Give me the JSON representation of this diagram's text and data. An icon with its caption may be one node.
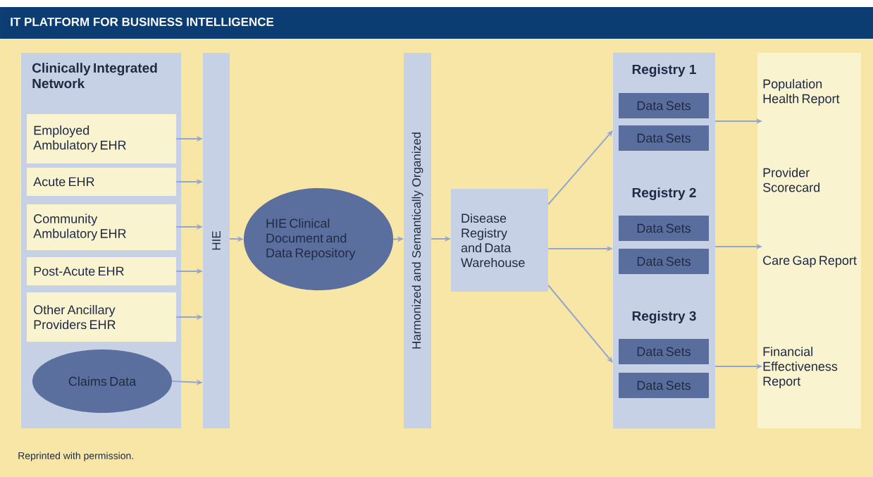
{
  "diagram": {
    "title": "IT PLATFORM FOR BUSINESS INTELLIGENCE",
    "caption": "Reprinted with permission.",
    "nodes": [
      {
        "text": [
          "Clinically Integrated Network"
        ]
      },
      {
        "text": [
          "Employed Ambulatory EHR"
        ],
        "in": 0
      },
      {
        "text": [
          "Acute EHR"
        ],
        "in": 0
      },
      {
        "text": [
          "Community Ambulatory EHR"
        ],
        "in": 0
      },
      {
        "text": [
          "Post-Acute EHR"
        ],
        "in": 0
      },
      {
        "text": [
          "Other Ancillary Providers EHR"
        ],
        "in": 0
      },
      {
        "text": [
          "Claims Data"
        ],
        "in": 0
      },
      {
        "text": [
          "HIE"
        ]
      },
      {
        "text": [
          "HIE Clinical Document and Data Repository"
        ]
      },
      {
        "text": [
          "Harmonized and Semantically Organized"
        ]
      },
      {
        "text": [
          "Disease Registry and Data Warehouse"
        ]
      },
      {
        "text": [
          "Registry 1"
        ]
      },
      {
        "text": [
          "Data Sets"
        ],
        "in": 11
      },
      {
        "text": [
          "Data Sets"
        ],
        "in": 11
      },
      {
        "text": [
          "Registry 2"
        ]
      },
      {
        "text": [
          "Data Sets"
        ],
        "in": 14
      },
      {
        "text": [
          "Data Sets"
        ],
        "in": 14
      },
      {
        "text": [
          "Registry 3"
        ]
      },
      {
        "text": [
          "Data Sets"
        ],
        "in": 17
      },
      {
        "text": [
          "Data Sets"
        ],
        "in": 17
      },
      {
        "text": [
          "Population Health Report"
        ]
      },
      {
        "text": [
          "Provider Scorecard"
        ]
      },
      {
        "text": [
          "Care Gap Report"
        ]
      },
      {
        "text": [
          "Financial Effectiveness Report"
        ]
      }
    ],
    "edges": [
      {
        "from": 1,
        "to": 7,
        "arrow": "to"
      },
      {
        "from": 2,
        "to": 7,
        "arrow": "to"
      },
      {
        "from": 3,
        "to": 7,
        "arrow": "to"
      },
      {
        "from": 4,
        "to": 7,
        "arrow": "to"
      },
      {
        "from": 5,
        "to": 7,
        "arrow": "to"
      },
      {
        "from": 6,
        "to": 7,
        "arrow": "to"
      },
      {
        "from": 7,
        "to": 8,
        "arrow": "to"
      },
      {
        "from": 8,
        "to": 9,
        "arrow": "to"
      },
      {
        "from": 9,
        "to": 10,
        "arrow": "to"
      },
      {
        "from": 10,
        "to": 11,
        "arrow": "to"
      },
      {
        "from": 10,
        "to": 14,
        "arrow": "to"
      },
      {
        "from": 10,
        "to": 17,
        "arrow": "to"
      },
      {
        "from": 11,
        "to": 20,
        "arrow": "to"
      },
      {
        "from": 14,
        "to": 22,
        "arrow": "to"
      },
      {
        "from": 17,
        "to": 23,
        "arrow": "to"
      }
    ]
  }
}
